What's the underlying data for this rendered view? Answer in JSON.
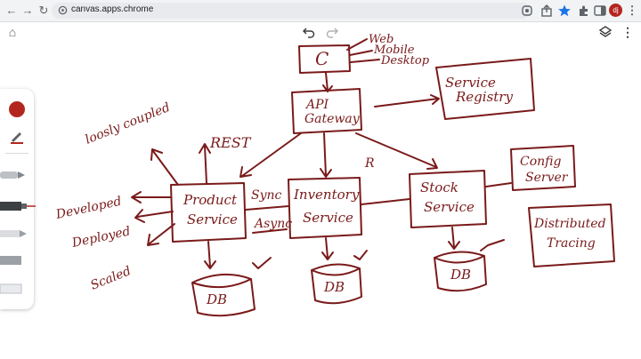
{
  "browser": {
    "url": "canvas.apps.chrome",
    "avatar_initials": "dj"
  },
  "colors": {
    "ink": "#7a1a1a",
    "ui_icon": "#5f6368",
    "toolbar_bg": "#f1f3f4",
    "selected_pen": "#b3261e"
  },
  "icons": {
    "back": "←",
    "forward": "→",
    "reload": "↻",
    "home": "⌂"
  },
  "diagram": {
    "client": "C",
    "client_types": [
      "Web",
      "Mobile",
      "Desktop"
    ],
    "api_gateway": [
      "API",
      "Gateway"
    ],
    "service_registry": [
      "Service",
      "Registry"
    ],
    "loosely_coupled": "loosly coupled",
    "rest": "REST",
    "developed": "Developed",
    "deployed": "Deployed",
    "scaled": "Scaled",
    "product_service": [
      "Product",
      "Service"
    ],
    "sync": "Sync",
    "async": "Async",
    "inventory_service": [
      "Inventory",
      "Service"
    ],
    "r_label": "R",
    "stock_service": [
      "Stock",
      "Service"
    ],
    "config_server": [
      "Config",
      "Server"
    ],
    "distributed_tracing": [
      "Distributed",
      "Tracing"
    ],
    "db": "DB"
  }
}
